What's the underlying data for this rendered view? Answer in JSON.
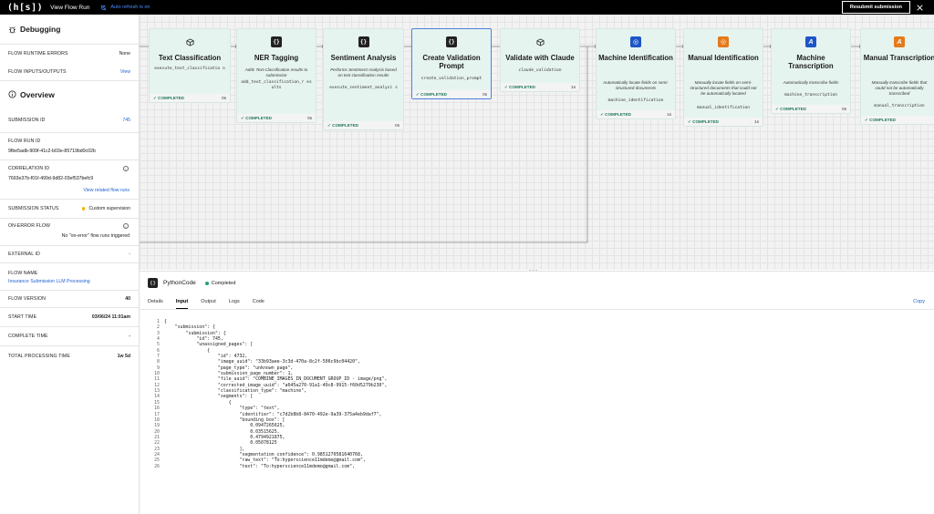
{
  "topbar": {
    "logo": "(h[s])",
    "title": "View Flow Run",
    "auto_refresh": "Auto refresh is on",
    "resubmit_label": "Resubmit submission"
  },
  "sidebar": {
    "debugging_title": "Debugging",
    "flow_runtime_errors_label": "FLOW RUNTIME ERRORS",
    "flow_runtime_errors_value": "None",
    "flow_io_label": "FLOW INPUTS/OUTPUTS",
    "flow_io_link": "View",
    "overview_title": "Overview",
    "submission_id_label": "SUBMISSION ID",
    "submission_id_value": "745",
    "flow_run_id_label": "FLOW RUN ID",
    "flow_run_id_value": "9fbe5adb-909f-41c2-b03e-85719bd0c02b",
    "correlation_id_label": "CORRELATION ID",
    "correlation_id_value": "7693e37b-f01f-499d-9d82-03ef537befc9",
    "related_link": "View related flow runs",
    "submission_status_label": "SUBMISSION STATUS",
    "submission_status_value": "Custom supervision",
    "on_error_label": "ON-ERROR FLOW",
    "on_error_value": "No \"on-error\" flow runs triggered",
    "external_id_label": "EXTERNAL ID",
    "external_id_value": "-",
    "flow_name_label": "FLOW NAME",
    "flow_name_value": "Insurance Submission LLM Processing",
    "flow_version_label": "FLOW VERSION",
    "flow_version_value": "40",
    "start_time_label": "START TIME",
    "start_time_value": "03/06/24 11:01am",
    "complete_time_label": "COMPLETE TIME",
    "complete_time_value": "-",
    "total_time_label": "TOTAL PROCESSING TIME",
    "total_time_value": "1w 5d"
  },
  "nodes": [
    {
      "title": "Text Classification",
      "desc": "",
      "func": "execute_text_classificatio n",
      "status": "COMPLETED",
      "duration": "0s"
    },
    {
      "title": "NER Tagging",
      "desc": "Adds Text Classification results to submission",
      "func": "add_text_classification_r esults",
      "status": "COMPLETED",
      "duration": "0s"
    },
    {
      "title": "Sentiment Analysis",
      "desc": "Performs Sentiment Analysis based on text classification results",
      "func": "execute_sentiment_analysi s",
      "status": "COMPLETED",
      "duration": "0s"
    },
    {
      "title": "Create Validation Prompt",
      "desc": "",
      "func": "create_validation_prompt",
      "status": "COMPLETED",
      "duration": "0s"
    },
    {
      "title": "Validate with Claude",
      "desc": "",
      "func": "claude_validation",
      "status": "COMPLETED",
      "duration": "1s"
    },
    {
      "title": "Machine Identification",
      "desc": "Automatically locate fields on semi-structured documents",
      "func": "machine_identification",
      "status": "COMPLETED",
      "duration": "1s"
    },
    {
      "title": "Manual Identification",
      "desc": "Manually locate fields on semi-structured documents that could not be automatically located",
      "func": "manual_identification",
      "status": "COMPLETED",
      "duration": "1s"
    },
    {
      "title": "Machine Transcription",
      "desc": "Automatically transcribe fields",
      "func": "machine_transcription",
      "status": "COMPLETED",
      "duration": "0s"
    },
    {
      "title": "Manual Transcription",
      "desc": "Manually transcribe fields that could not be automatically transcribed",
      "func": "manual_transcription",
      "status": "COMPLETED",
      "duration": ""
    }
  ],
  "panel": {
    "title": "PythonCode",
    "status": "Completed",
    "tabs": [
      "Details",
      "Input",
      "Output",
      "Logs",
      "Code"
    ],
    "copy_label": "Copy"
  },
  "code_lines": [
    "{",
    "    \"submission\": {",
    "        \"submission\": {",
    "            \"id\": 745,",
    "            \"unassigned_pages\": [",
    "                {",
    "                    \"id\": 4732,",
    "                    \"image_uuid\": \"33b93aee-3c3d-470a-8c2f-506c9bc04420\",",
    "                    \"page_type\": \"unknown_page\",",
    "                    \"submission_page_number\": 1,",
    "                    \"file_uuid\": \"COMBINE_IMAGES_IN_DOCUMENT_GROUP_ID - image/png\",",
    "                    \"corrected_image_uuid\": \"a645a270-91a1-49c8-9915-f60d5279b230\",",
    "                    \"classification_type\": \"machine\",",
    "                    \"segments\": [",
    "                        {",
    "                            \"type\": \"text\",",
    "                            \"identifier\": \"c7d2b8b8-8470-492e-9a39-375a4eb9daf7\",",
    "                            \"bounding_box\": [",
    "                                0.0947265625,",
    "                                0.03515625,",
    "                                0.4794921875,",
    "                                0.05078125",
    "                            ],",
    "                            \"segmentation_confidence\": 0.9851270581640768,",
    "                            \"raw_text\": \"To:hyperscience11mdemo@gmail.com\",",
    "                            \"text\": \"To:hyperscience11mdemo@gmail.com\","
  ]
}
